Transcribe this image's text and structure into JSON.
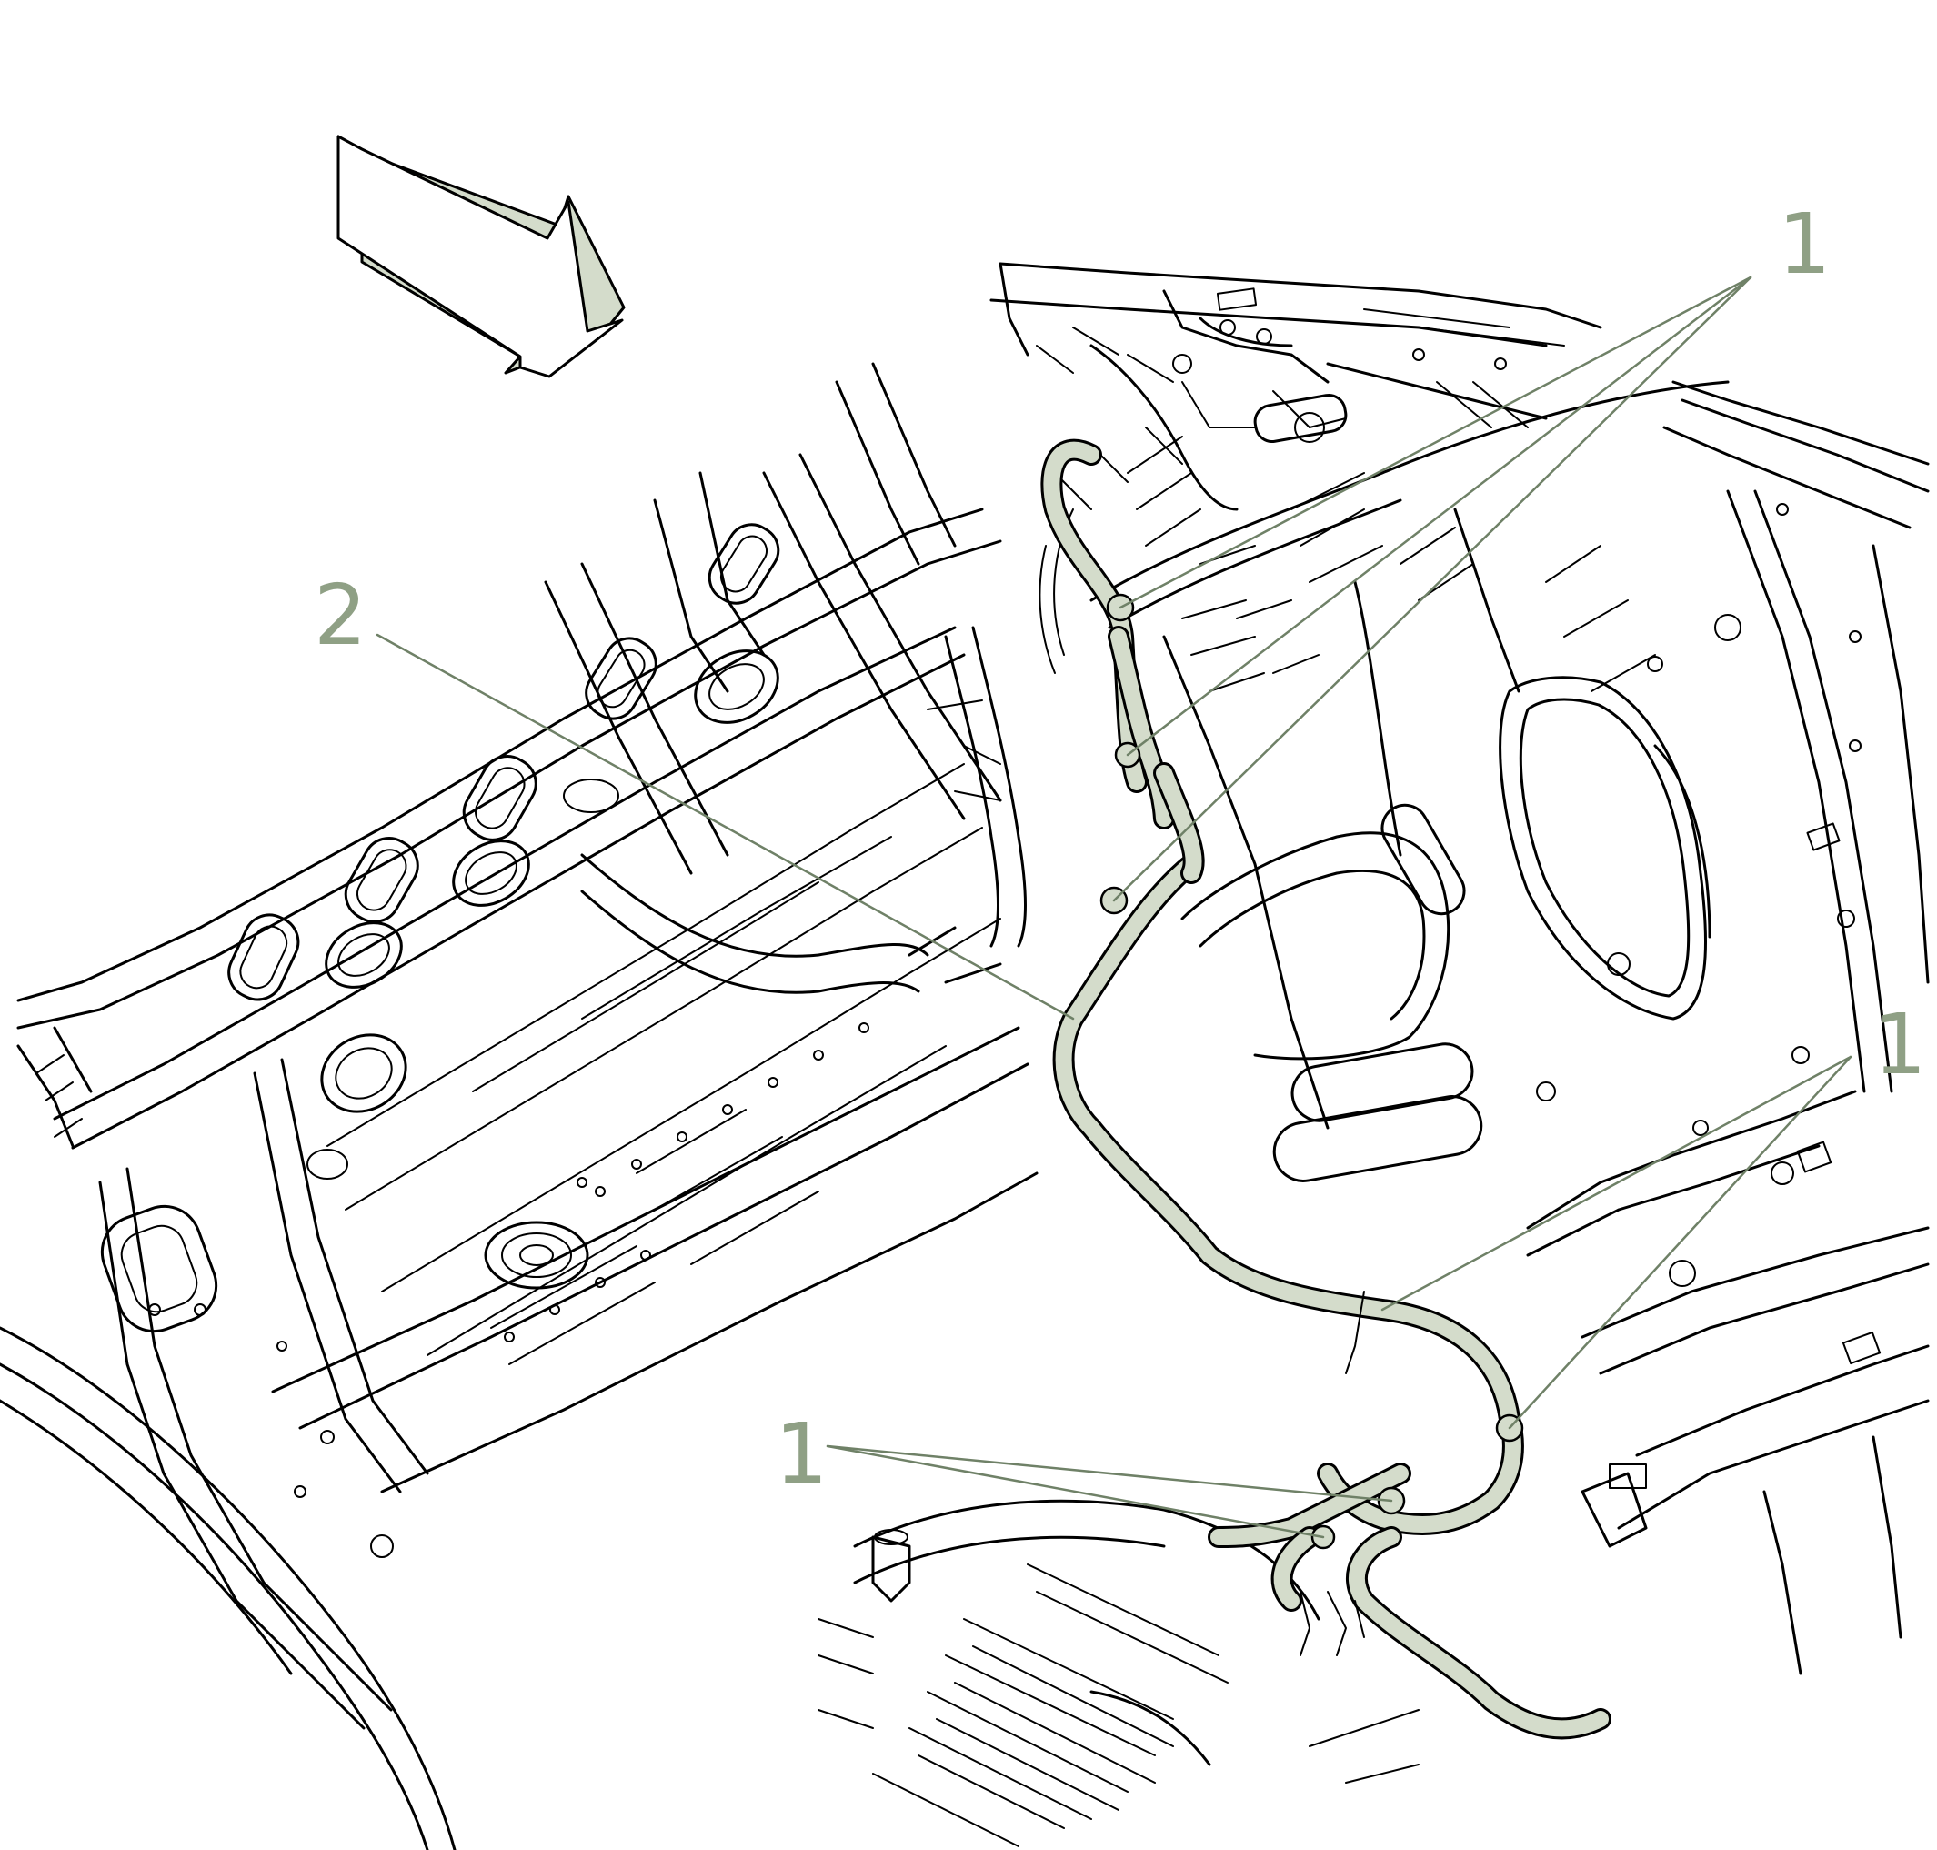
{
  "callouts": {
    "c1_top": "1",
    "c1_right": "1",
    "c1_bottom": "1",
    "c2": "2"
  },
  "colors": {
    "harness": "#d4dccb",
    "leader": "#6f8167",
    "label": "#8fa085",
    "line_art": "#000000"
  }
}
